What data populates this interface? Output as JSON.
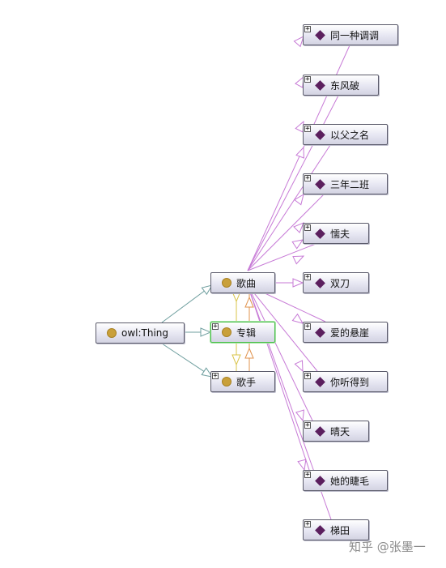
{
  "graph": {
    "root": {
      "label": "owl:Thing",
      "icon": "class-circle-icon"
    },
    "classes": [
      {
        "id": "gequ",
        "label": "歌曲",
        "icon": "class-circle-icon"
      },
      {
        "id": "zhuanji",
        "label": "专辑",
        "icon": "class-circle-icon",
        "selected": true
      },
      {
        "id": "geshou",
        "label": "歌手",
        "icon": "class-circle-icon"
      }
    ],
    "individuals": [
      {
        "label": "同一种调调",
        "icon": "individual-diamond-icon"
      },
      {
        "label": "东风破",
        "icon": "individual-diamond-icon"
      },
      {
        "label": "以父之名",
        "icon": "individual-diamond-icon"
      },
      {
        "label": "三年二班",
        "icon": "individual-diamond-icon"
      },
      {
        "label": "懦夫",
        "icon": "individual-diamond-icon"
      },
      {
        "label": "双刀",
        "icon": "individual-diamond-icon"
      },
      {
        "label": "爱的悬崖",
        "icon": "individual-diamond-icon"
      },
      {
        "label": "你听得到",
        "icon": "individual-diamond-icon"
      },
      {
        "label": "晴天",
        "icon": "individual-diamond-icon"
      },
      {
        "label": "她的睫毛",
        "icon": "individual-diamond-icon"
      },
      {
        "label": "梯田",
        "icon": "individual-diamond-icon"
      }
    ],
    "expand_symbol": "+",
    "colors": {
      "subclass_edge": "#6f9f9f",
      "instance_edge": "#c77ad6",
      "domain_edge": "#d9c44a",
      "range_edge": "#e0934e",
      "class_icon": "#c9a03a",
      "individual_icon": "#5b1f5e"
    }
  },
  "watermark": "知乎 @张墨一"
}
